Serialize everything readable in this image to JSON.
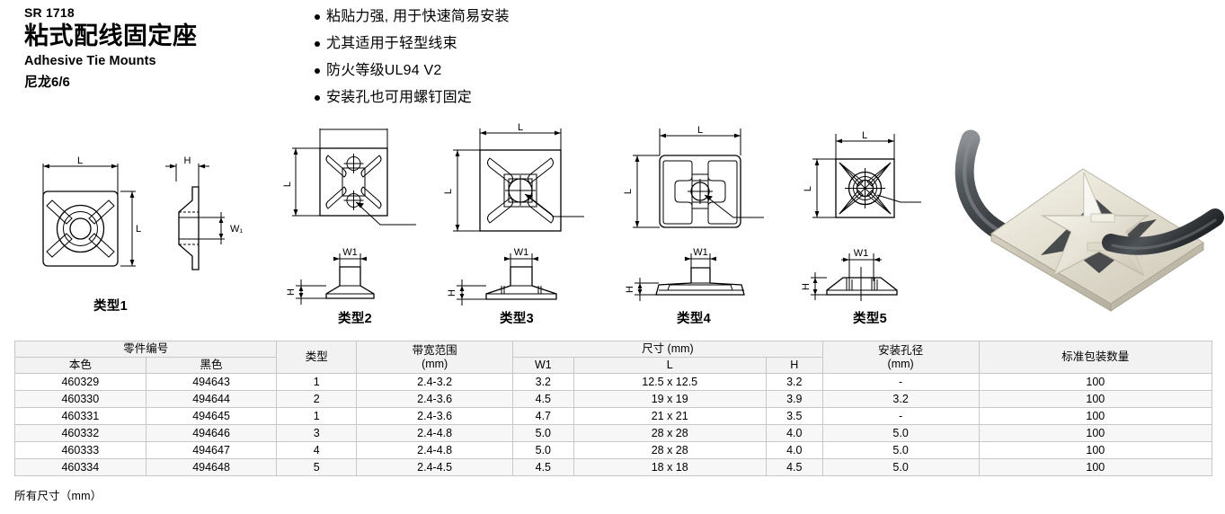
{
  "header": {
    "sr_code": "SR 1718",
    "title_cn": "粘式配线固定座",
    "title_en": "Adhesive Tie Mounts",
    "material_cn": "尼龙6/6"
  },
  "features": [
    "粘贴力强, 用于快速简易安装",
    "尤其适用于轻型线束",
    "防火等级UL94 V2",
    "安装孔也可用螺钉固定"
  ],
  "drawings": {
    "dim_labels": {
      "L": "L",
      "H": "H",
      "W1": "W1",
      "W1_sub": "W1"
    },
    "types": [
      {
        "label": "类型1"
      },
      {
        "label": "类型2"
      },
      {
        "label": "类型3"
      },
      {
        "label": "类型4"
      },
      {
        "label": "类型5"
      }
    ]
  },
  "table": {
    "group_headers": {
      "part_number": "零件编号",
      "type": "类型",
      "band_width": "带宽范围",
      "band_width_unit": "(mm)",
      "dimensions": "尺寸 (mm)",
      "hole_dia": "安装孔径",
      "hole_dia_unit": "(mm)",
      "package_qty": "标准包装数量"
    },
    "sub_headers": {
      "natural": "本色",
      "black": "黑色",
      "w1": "W1",
      "l": "L",
      "h": "H"
    },
    "rows": [
      {
        "natural": "460329",
        "black": "494643",
        "type": "1",
        "band": "2.4-3.2",
        "w1": "3.2",
        "l": "12.5 x 12.5",
        "h": "3.2",
        "hole": "-",
        "qty": "100"
      },
      {
        "natural": "460330",
        "black": "494644",
        "type": "2",
        "band": "2.4-3.6",
        "w1": "4.5",
        "l": "19 x 19",
        "h": "3.9",
        "hole": "3.2",
        "qty": "100"
      },
      {
        "natural": "460331",
        "black": "494645",
        "type": "1",
        "band": "2.4-3.6",
        "w1": "4.7",
        "l": "21 x 21",
        "h": "3.5",
        "hole": "-",
        "qty": "100"
      },
      {
        "natural": "460332",
        "black": "494646",
        "type": "3",
        "band": "2.4-4.8",
        "w1": "5.0",
        "l": "28 x 28",
        "h": "4.0",
        "hole": "5.0",
        "qty": "100"
      },
      {
        "natural": "460333",
        "black": "494647",
        "type": "4",
        "band": "2.4-4.8",
        "w1": "5.0",
        "l": "28 x 28",
        "h": "4.0",
        "hole": "5.0",
        "qty": "100"
      },
      {
        "natural": "460334",
        "black": "494648",
        "type": "5",
        "band": "2.4-4.5",
        "w1": "4.5",
        "l": "18 x 18",
        "h": "4.5",
        "hole": "5.0",
        "qty": "100"
      }
    ]
  },
  "footnote": "所有尺寸（mm）",
  "colors": {
    "header_bg": "#f2f2f2",
    "row_alt_bg": "#f7f7f7",
    "border": "#c8c8c8",
    "text": "#000000",
    "product_body": "#e9e6d8",
    "product_tie": "#3a3d40"
  }
}
